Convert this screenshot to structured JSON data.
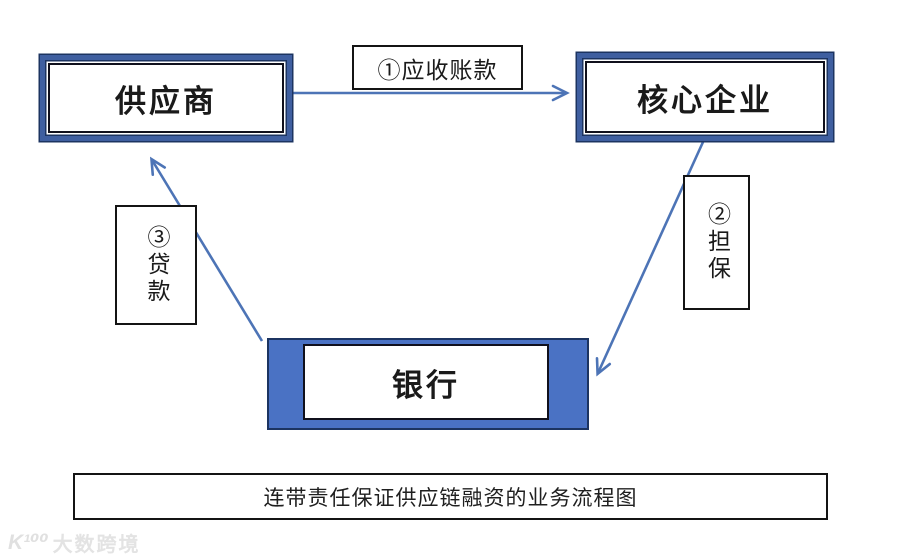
{
  "diagram": {
    "title_caption": "连带责任保证供应链融资的业务流程图",
    "nodes": {
      "supplier": {
        "label": "供应商"
      },
      "core_enterprise": {
        "label": "核心企业"
      },
      "bank": {
        "label": "银行"
      }
    },
    "edges": {
      "receivables": {
        "label": "①应收账款",
        "from": "供应商",
        "to": "核心企业"
      },
      "guarantee": {
        "label": "②担保",
        "from": "核心企业",
        "to": "银行"
      },
      "loan": {
        "label": "③贷款",
        "from": "银行",
        "to": "供应商"
      }
    },
    "colors": {
      "node_border_blue": "#3f5fa0",
      "node_border_dark": "#1c3461",
      "bank_fill": "#4a72c4",
      "arrow": "#4d74b6",
      "label_border": "#141414"
    }
  },
  "watermark": {
    "logo": "K¹⁰⁰",
    "text": "大数跨境"
  }
}
